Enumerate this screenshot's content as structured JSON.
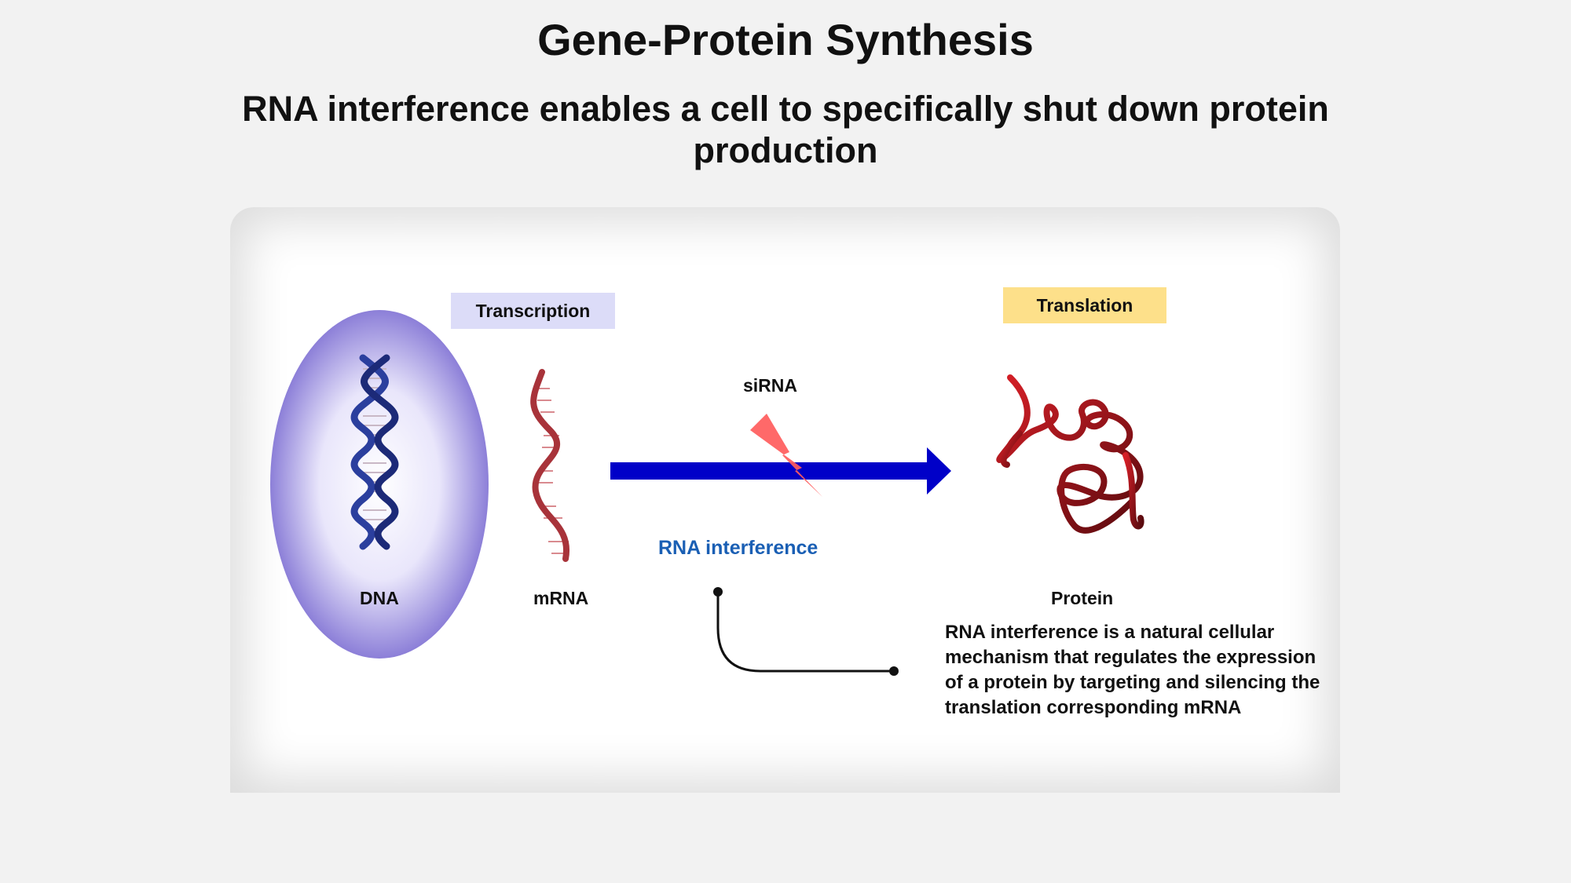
{
  "title": "Gene-Protein Synthesis",
  "subtitle": "RNA interference enables a cell to specifically shut down protein production",
  "diagram": {
    "transcription_tag": "Transcription",
    "translation_tag": "Translation",
    "dna_label": "DNA",
    "mrna_label": "mRNA",
    "sirna_label": "siRNA",
    "rnai_label": "RNA interference",
    "protein_label": "Protein",
    "note": "RNA interference is a natural cellular mechanism that regulates the expression of a protein by targeting and silencing the translation corresponding mRNA"
  },
  "colors": {
    "arrow": "#0000c8",
    "nucleus": "#8c7fd8",
    "dna_strand": "#2b3f9e",
    "mrna_strand": "#a8333a",
    "protein": "#b3141c",
    "lightning": "#ff5c5c",
    "rnai_text": "#1a5fb4",
    "transcription_tag_bg": "#dcdcf8",
    "translation_tag_bg": "#fde08a"
  },
  "icons": [
    "dna-helix-icon",
    "mrna-strand-icon",
    "lightning-bolt-icon",
    "protein-fold-icon"
  ]
}
